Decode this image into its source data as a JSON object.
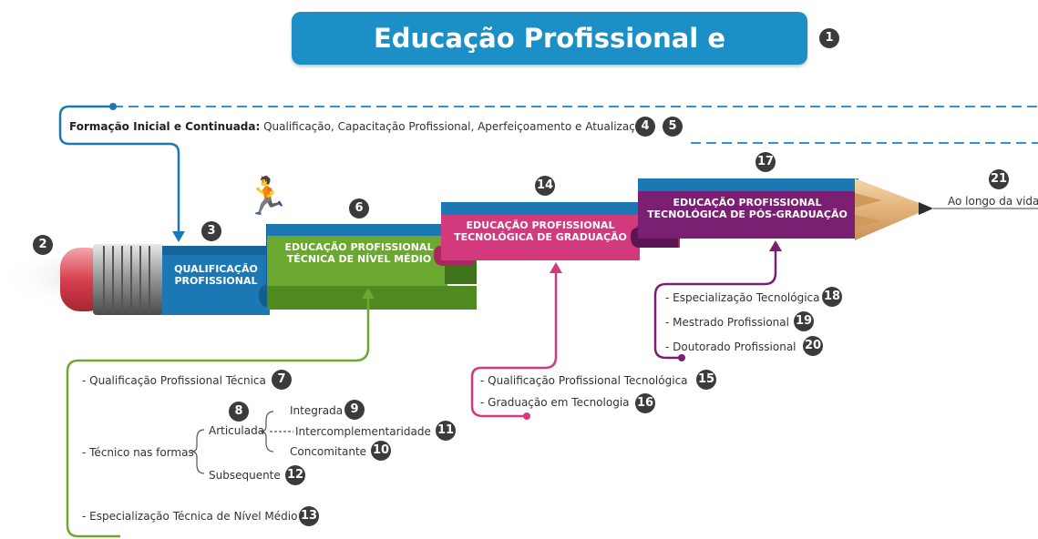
{
  "title": "Educação Profissional e Tecnológica",
  "colors": {
    "title_bg": "#1d8fc7",
    "blue": "#1b78b5",
    "green": "#6aa82f",
    "pink": "#d23a7d",
    "purple": "#7a1f72",
    "badge": "#3b3b3b"
  },
  "icons": {
    "runner": "running-person-icon",
    "pencil": "pencil-icon"
  },
  "fic": {
    "label_bold": "Formação Inicial e Continuada:",
    "label_rest": " Qualificação, Capacitação Profissional, Aperfeiçoamento e Atualização"
  },
  "bands": {
    "qualificacao": [
      "QUALIFICAÇÃO",
      "PROFISSIONAL"
    ],
    "tecnica": [
      "EDUCAÇÃO PROFISSIONAL",
      "TÉCNICA DE NÍVEL MÉDIO"
    ],
    "graduacao": [
      "EDUCAÇÃO PROFISSIONAL",
      "TECNOLÓGICA DE GRADUAÇÃO"
    ],
    "pos": [
      "EDUCAÇÃO PROFISSIONAL",
      "TECNOLÓGICA DE PÓS-GRADUAÇÃO"
    ]
  },
  "tip_label": "Ao longo da vida",
  "tecnica_items": {
    "qualificacao_tecnica": "- Qualificação Profissional Técnica",
    "formas": "- Técnico nas formas",
    "articulada": "Articulada",
    "integrada": "Integrada",
    "intercomplementaridade": "Intercomplementaridade",
    "concomitante": "Concomitante",
    "subsequente": "Subsequente",
    "especializacao": "- Especialização Técnica de Nível Médio"
  },
  "graduacao_items": [
    "- Qualificação Profissional Tecnológica",
    "- Graduação em Tecnologia"
  ],
  "pos_items": [
    "- Especialização Tecnológica",
    "- Mestrado Profissional",
    "- Doutorado Profissional"
  ],
  "badges": {
    "b1": "1",
    "b2": "2",
    "b3": "3",
    "b4": "4",
    "b5": "5",
    "b6": "6",
    "b7": "7",
    "b8": "8",
    "b9": "9",
    "b10": "10",
    "b11": "11",
    "b12": "12",
    "b13": "13",
    "b14": "14",
    "b15": "15",
    "b16": "16",
    "b17": "17",
    "b18": "18",
    "b19": "19",
    "b20": "20",
    "b21": "21"
  }
}
